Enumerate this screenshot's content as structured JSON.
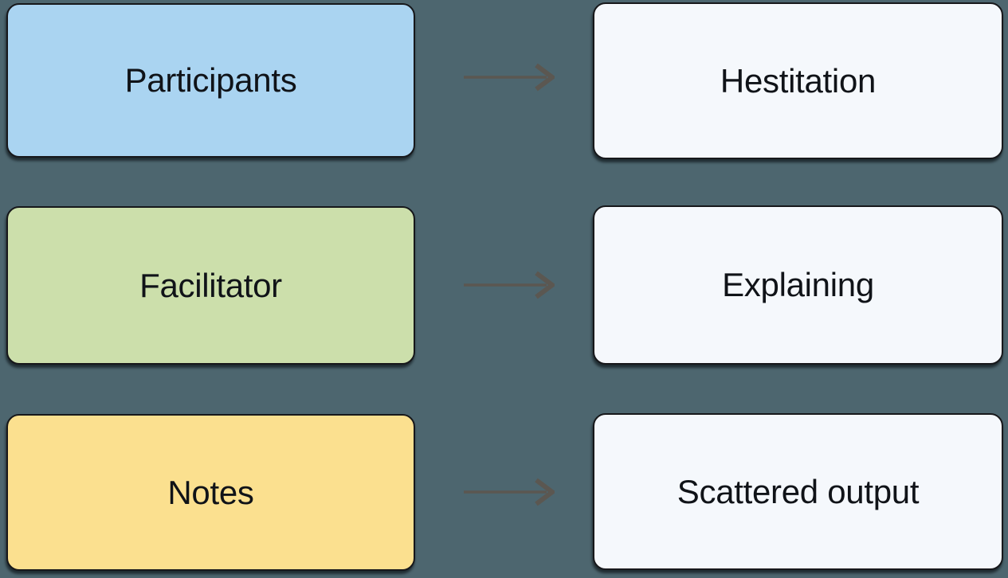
{
  "canvas": {
    "background": "#4d666f",
    "border_color": "#17181b",
    "text_color": "#101318",
    "arrow_color": "#5b5751"
  },
  "diagram": {
    "rows": [
      {
        "source": {
          "label": "Participants",
          "fill": "#aad4f1"
        },
        "target": {
          "label": "Hestitation",
          "fill": "#f5f8fc"
        }
      },
      {
        "source": {
          "label": "Facilitator",
          "fill": "#ccdfab"
        },
        "target": {
          "label": "Explaining",
          "fill": "#f5f8fc"
        }
      },
      {
        "source": {
          "label": "Notes",
          "fill": "#fbe08f"
        },
        "target": {
          "label": "Scattered output",
          "fill": "#f5f8fc"
        }
      }
    ]
  }
}
